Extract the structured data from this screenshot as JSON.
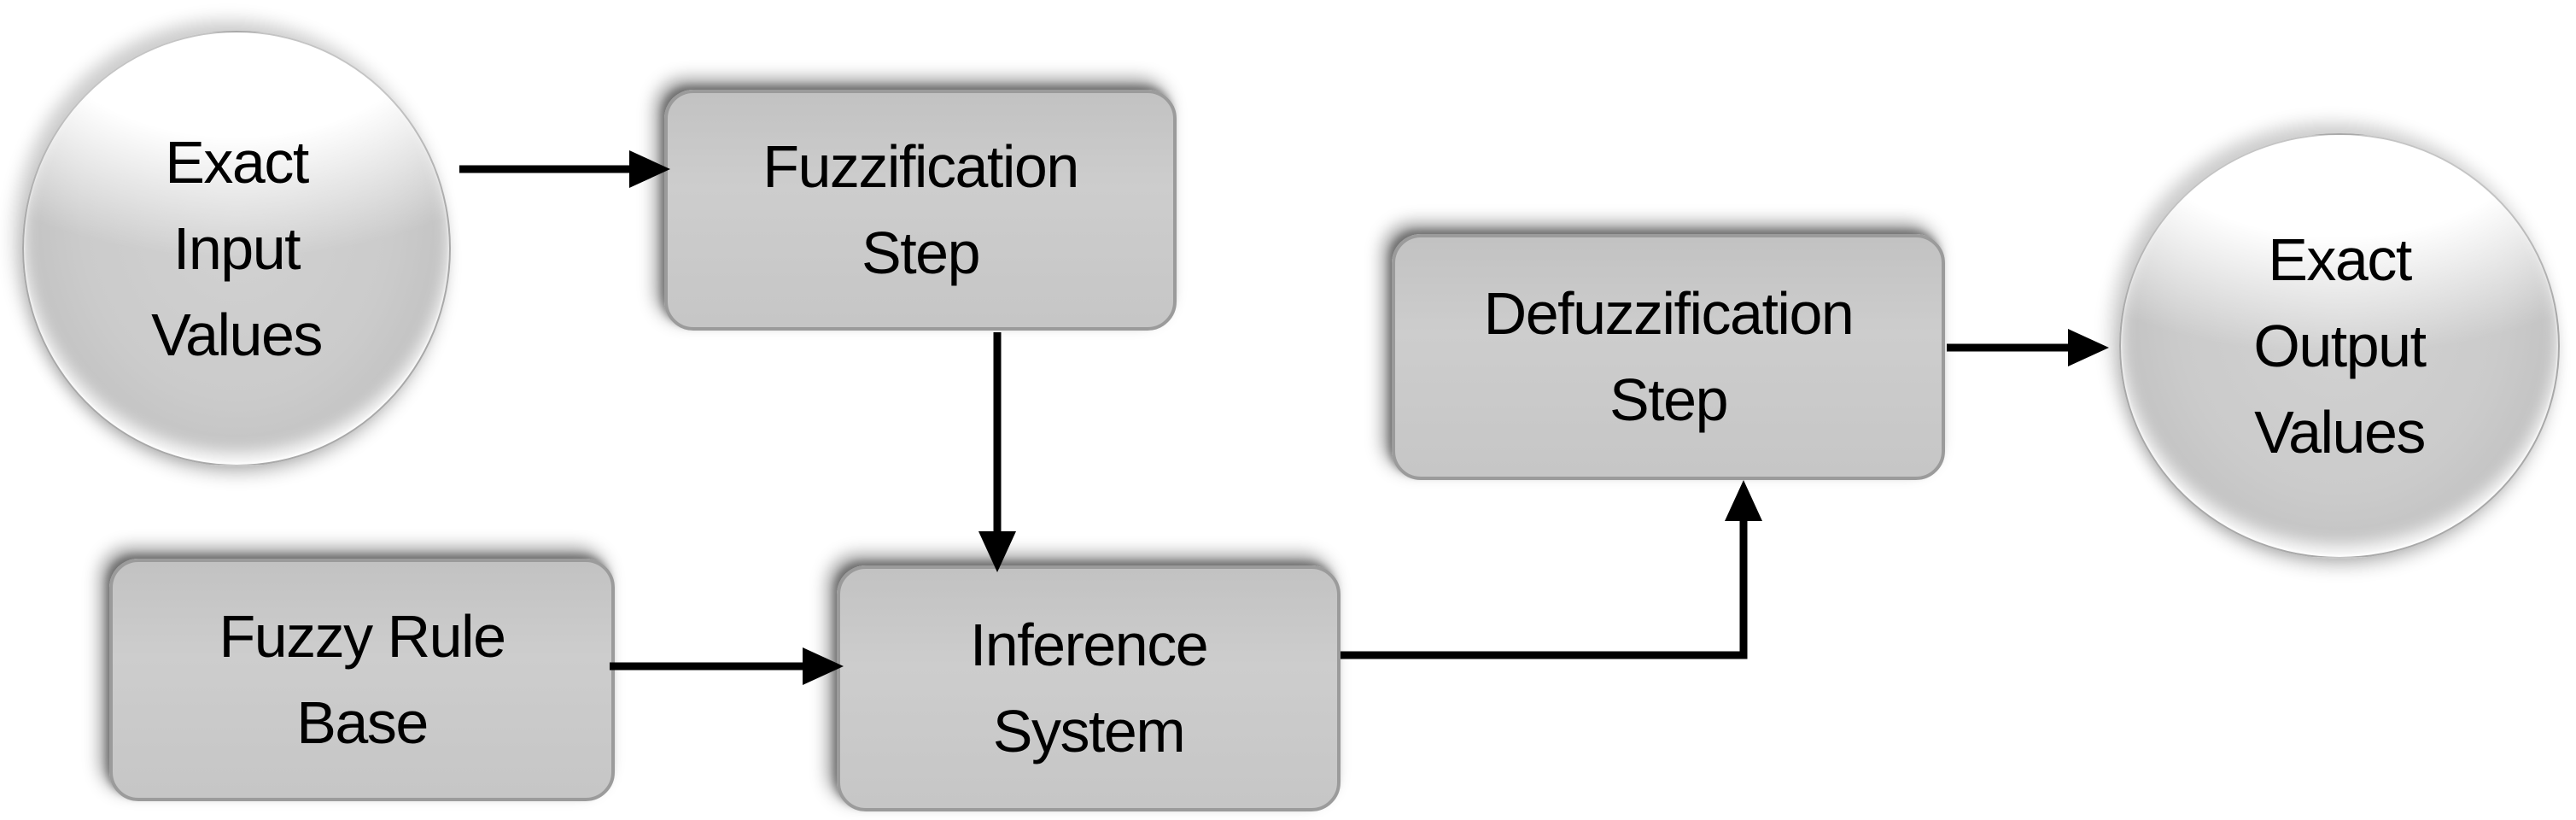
{
  "diagram": {
    "description": "Fuzzy logic system flow diagram",
    "colors": {
      "background": "#ffffff",
      "node_fill": "#c9c9c9",
      "node_border": "#9b9b9b",
      "text": "#000000",
      "arrow": "#000000"
    },
    "nodes": {
      "input": {
        "shape": "circle",
        "lines": [
          "Exact",
          "Input",
          "Values"
        ]
      },
      "fuzzification": {
        "shape": "rounded-rect",
        "lines": [
          "Fuzzification",
          "Step"
        ]
      },
      "rule_base": {
        "shape": "rounded-rect",
        "lines": [
          "Fuzzy Rule",
          "Base"
        ]
      },
      "inference": {
        "shape": "rounded-rect",
        "lines": [
          "Inference",
          "System"
        ]
      },
      "defuzzification": {
        "shape": "rounded-rect",
        "lines": [
          "Defuzzification",
          "Step"
        ]
      },
      "output": {
        "shape": "circle",
        "lines": [
          "Exact",
          "Output",
          "Values"
        ]
      }
    },
    "edges": [
      {
        "from": "input",
        "to": "fuzzification"
      },
      {
        "from": "fuzzification",
        "to": "inference"
      },
      {
        "from": "rule_base",
        "to": "inference"
      },
      {
        "from": "inference",
        "to": "defuzzification"
      },
      {
        "from": "defuzzification",
        "to": "output"
      }
    ]
  }
}
